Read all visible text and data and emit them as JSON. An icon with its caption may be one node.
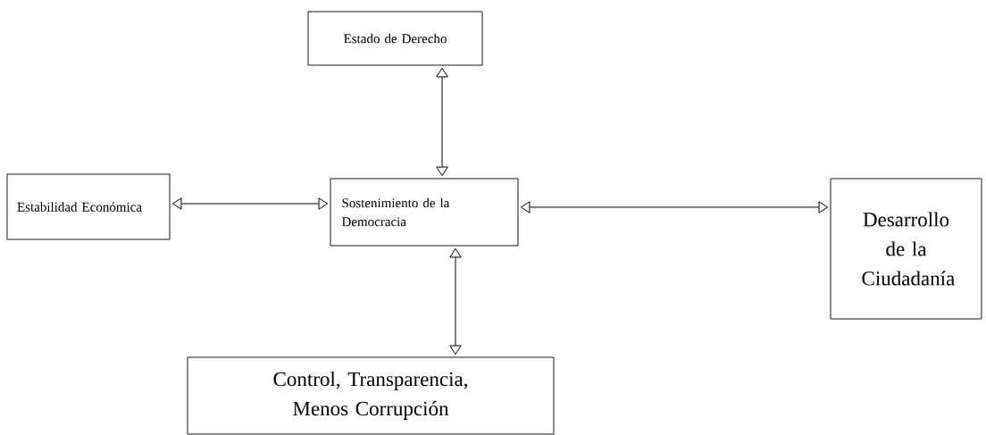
{
  "diagram": {
    "nodes": [
      {
        "text": [
          "Estado de Derecho"
        ]
      },
      {
        "text": [
          "Estabilidad Económica"
        ]
      },
      {
        "text": [
          "Sostenimiento de la Democracia"
        ]
      },
      {
        "text": [
          "Desarrollo de la Ciudadanía"
        ]
      },
      {
        "text": [
          "Control, Transparencia, Menos Corrupción"
        ]
      }
    ],
    "edges": [
      {
        "from": 0,
        "to": 2,
        "arrow": "both"
      },
      {
        "from": 1,
        "to": 2,
        "arrow": "both"
      },
      {
        "from": 2,
        "to": 3,
        "arrow": "both"
      },
      {
        "from": 2,
        "to": 4,
        "arrow": "both"
      }
    ]
  }
}
